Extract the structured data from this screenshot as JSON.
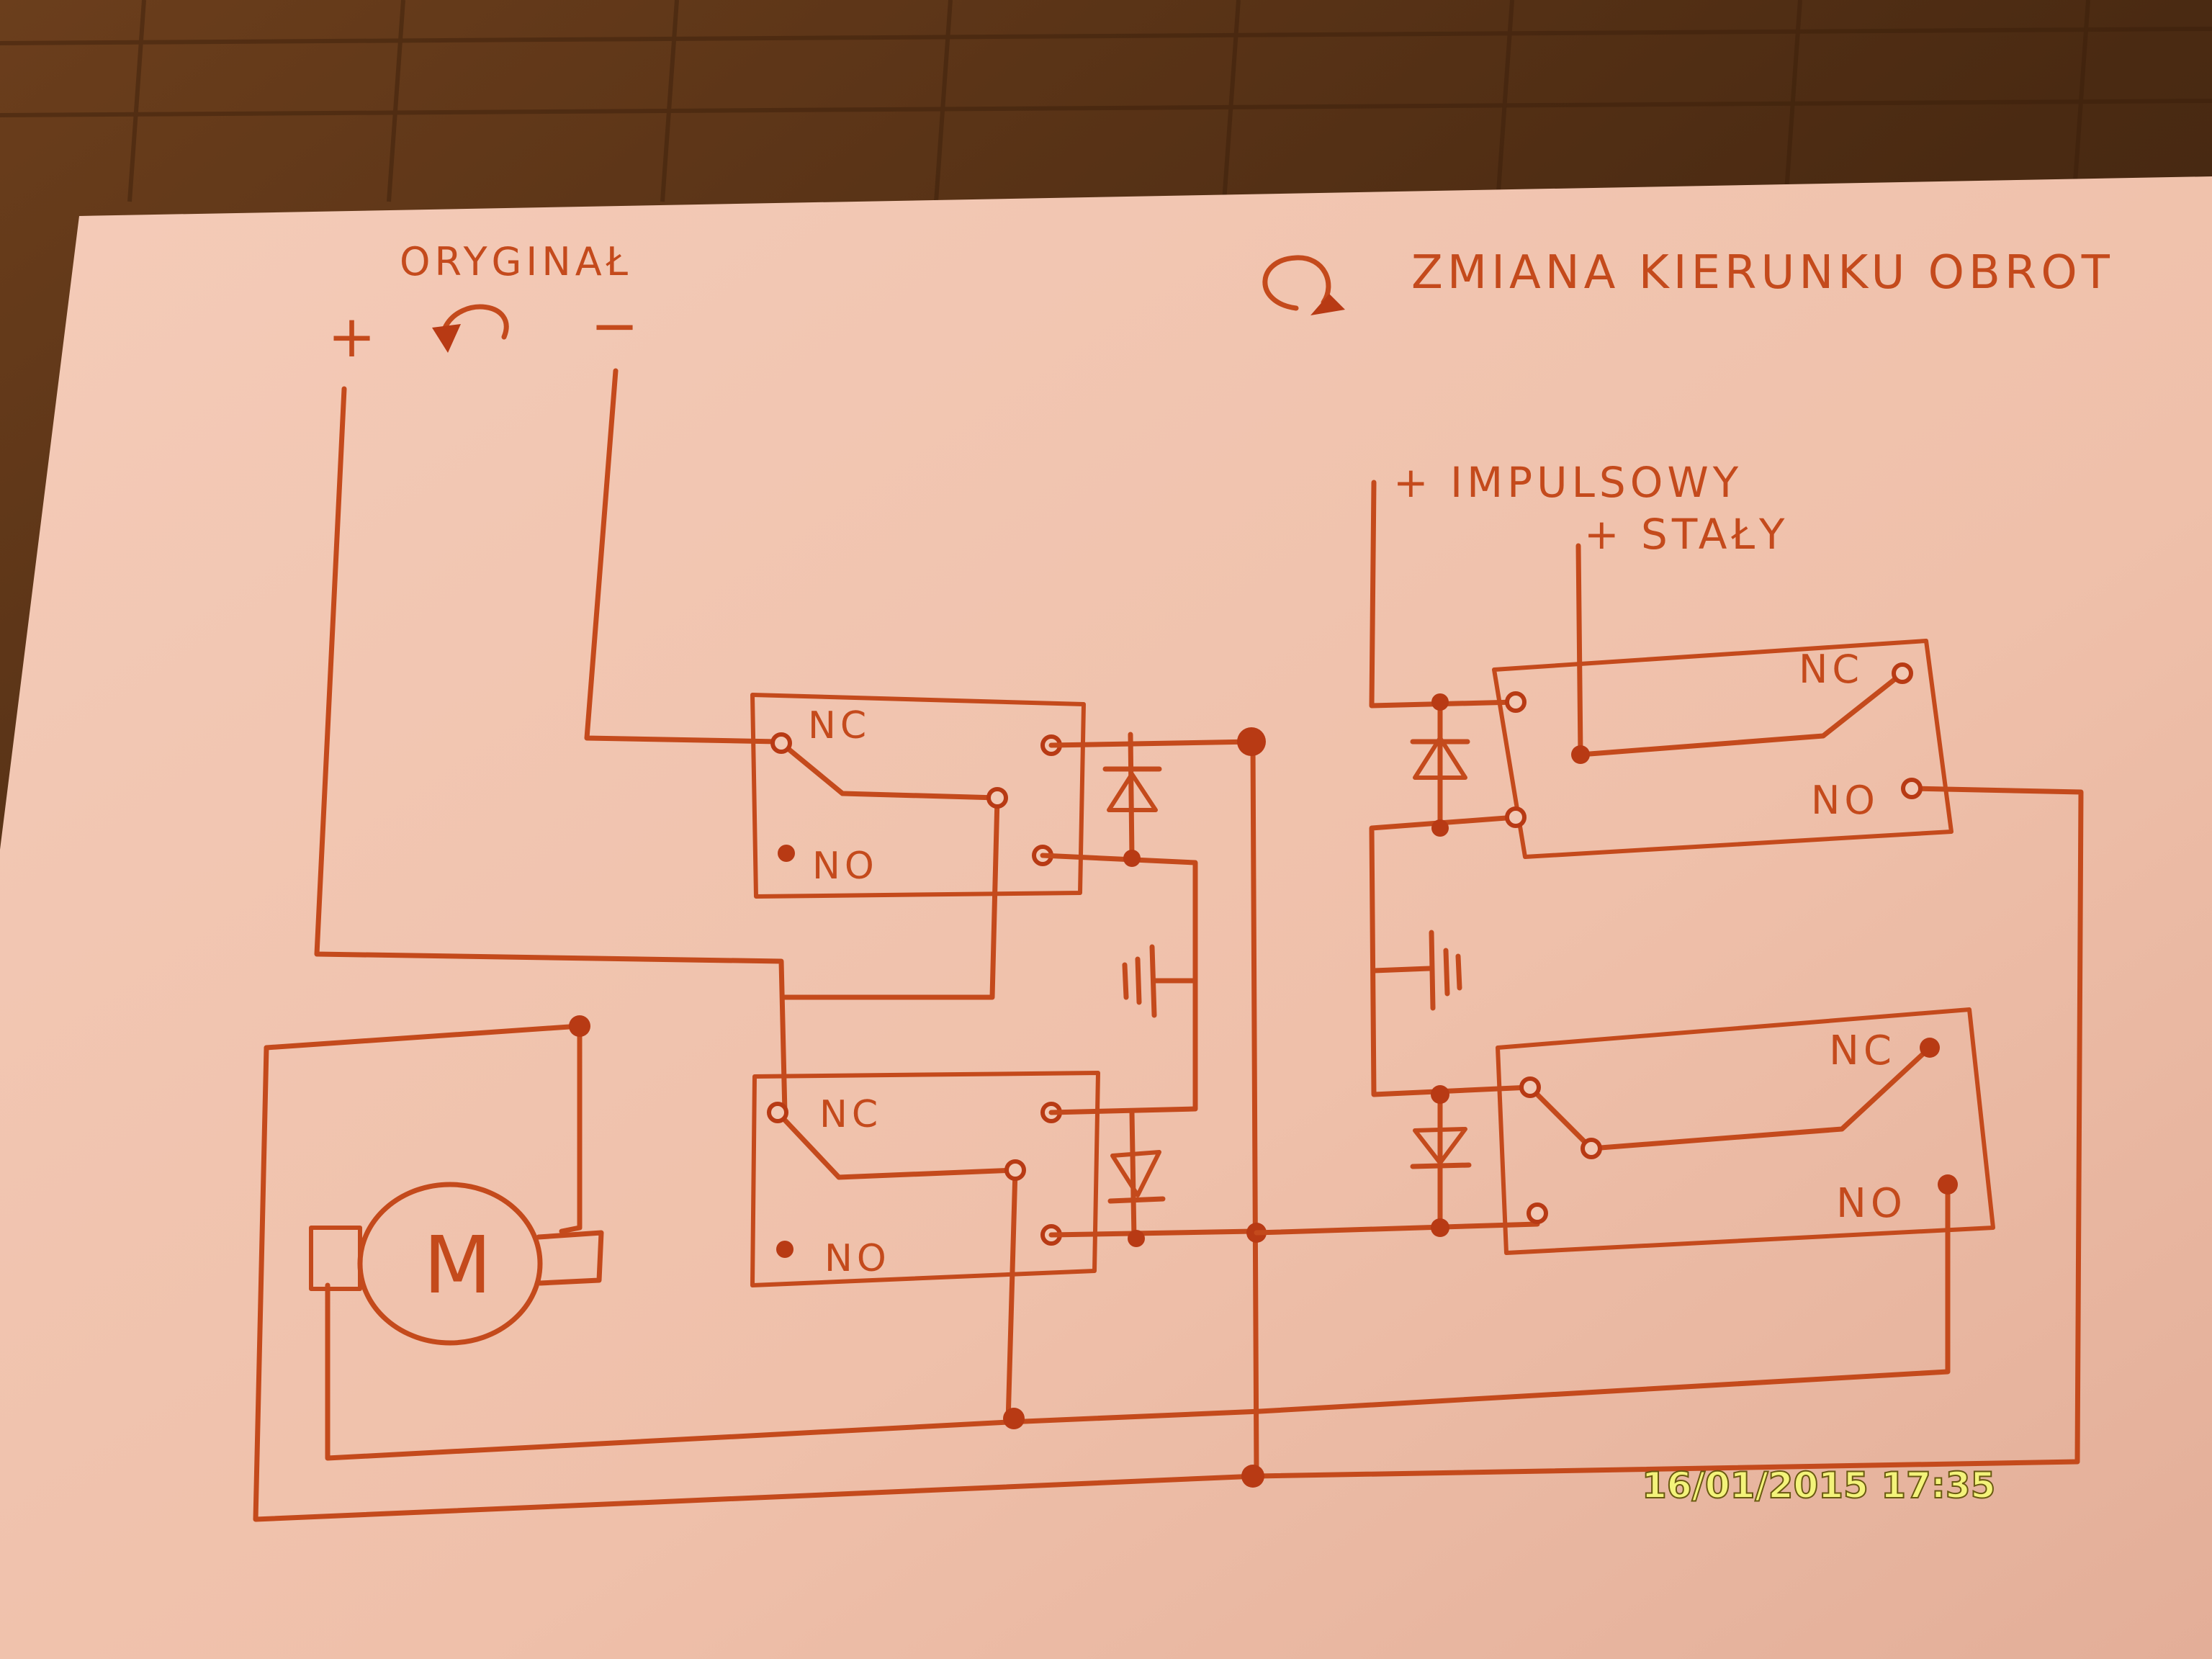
{
  "colors": {
    "ink": "#c44a1c",
    "paper": "#f0c2ae",
    "floor": "#5a3418",
    "stamp": "#f3f37a"
  },
  "labels": {
    "original_title": "ORYGINAŁ",
    "plus": "+",
    "minus": "−",
    "direction_change_title": "ZMIANA KIERUNKU OBROT",
    "impulse_supply": "+ IMPULSOWY",
    "constant_supply": "+ STAŁY",
    "motor": "M"
  },
  "relays": [
    {
      "id": "relay-1",
      "nc": "NC",
      "no": "NO"
    },
    {
      "id": "relay-2",
      "nc": "NC",
      "no": "NO"
    },
    {
      "id": "relay-3",
      "nc": "NC",
      "no": "NO"
    },
    {
      "id": "relay-4",
      "nc": "NC",
      "no": "NO"
    }
  ],
  "icons": [
    "rotation-ccw-icon",
    "rotation-cw-icon",
    "diode-icon",
    "capacitor-icon",
    "motor-icon"
  ],
  "timestamp": "16/01/2015 17:35"
}
